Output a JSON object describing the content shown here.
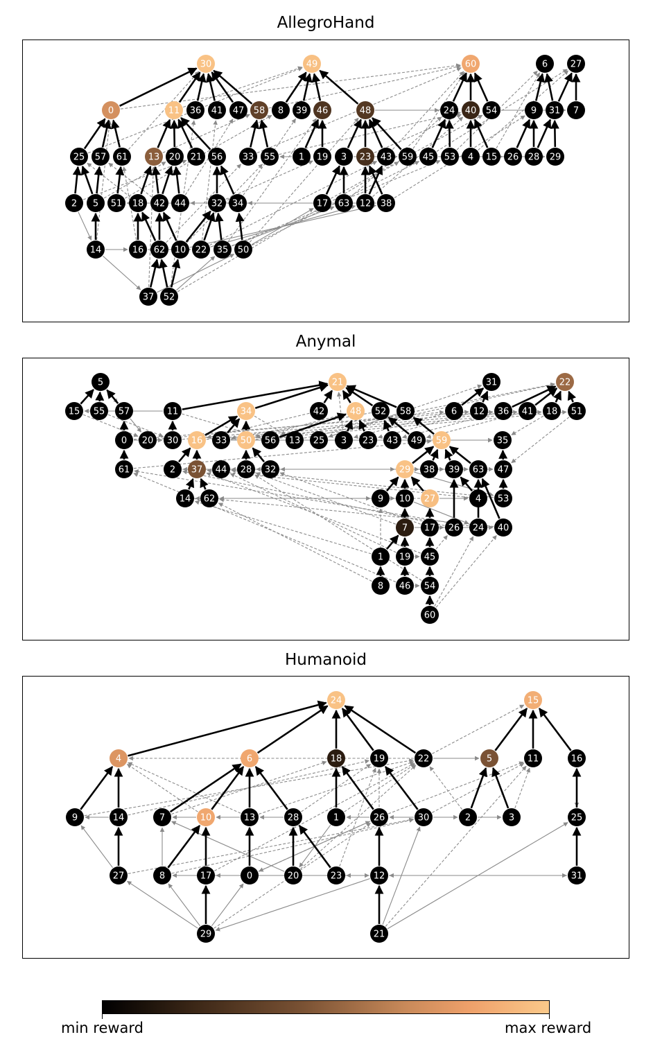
{
  "panels": [
    {
      "title": "AllegroHand",
      "nodes": [
        {
          "id": "30",
          "r": 0.97
        },
        {
          "id": "49",
          "r": 0.96
        },
        {
          "id": "60",
          "r": 0.85
        },
        {
          "id": "6",
          "r": 0
        },
        {
          "id": "27",
          "r": 0
        },
        {
          "id": "0",
          "r": 0.72
        },
        {
          "id": "11",
          "r": 0.97
        },
        {
          "id": "36",
          "r": 0
        },
        {
          "id": "41",
          "r": 0
        },
        {
          "id": "47",
          "r": 0
        },
        {
          "id": "58",
          "r": 0.35
        },
        {
          "id": "8",
          "r": 0
        },
        {
          "id": "39",
          "r": 0
        },
        {
          "id": "46",
          "r": 0.28
        },
        {
          "id": "48",
          "r": 0.3
        },
        {
          "id": "24",
          "r": 0
        },
        {
          "id": "40",
          "r": 0.2
        },
        {
          "id": "54",
          "r": 0
        },
        {
          "id": "9",
          "r": 0
        },
        {
          "id": "31",
          "r": 0
        },
        {
          "id": "7",
          "r": 0
        },
        {
          "id": "25",
          "r": 0
        },
        {
          "id": "57",
          "r": 0
        },
        {
          "id": "61",
          "r": 0
        },
        {
          "id": "13",
          "r": 0.5
        },
        {
          "id": "20",
          "r": 0
        },
        {
          "id": "21",
          "r": 0
        },
        {
          "id": "56",
          "r": 0
        },
        {
          "id": "33",
          "r": 0
        },
        {
          "id": "55",
          "r": 0
        },
        {
          "id": "1",
          "r": 0
        },
        {
          "id": "19",
          "r": 0
        },
        {
          "id": "3",
          "r": 0
        },
        {
          "id": "23",
          "r": 0.25
        },
        {
          "id": "43",
          "r": 0
        },
        {
          "id": "59",
          "r": 0
        },
        {
          "id": "45",
          "r": 0
        },
        {
          "id": "53",
          "r": 0
        },
        {
          "id": "4",
          "r": 0
        },
        {
          "id": "15",
          "r": 0
        },
        {
          "id": "26",
          "r": 0
        },
        {
          "id": "28",
          "r": 0
        },
        {
          "id": "29",
          "r": 0
        },
        {
          "id": "2",
          "r": 0
        },
        {
          "id": "5",
          "r": 0
        },
        {
          "id": "51",
          "r": 0
        },
        {
          "id": "18",
          "r": 0
        },
        {
          "id": "42",
          "r": 0
        },
        {
          "id": "44",
          "r": 0
        },
        {
          "id": "32",
          "r": 0
        },
        {
          "id": "34",
          "r": 0
        },
        {
          "id": "17",
          "r": 0
        },
        {
          "id": "63",
          "r": 0
        },
        {
          "id": "12",
          "r": 0
        },
        {
          "id": "38",
          "r": 0
        },
        {
          "id": "14",
          "r": 0
        },
        {
          "id": "16",
          "r": 0
        },
        {
          "id": "62",
          "r": 0
        },
        {
          "id": "10",
          "r": 0
        },
        {
          "id": "22",
          "r": 0
        },
        {
          "id": "35",
          "r": 0
        },
        {
          "id": "50",
          "r": 0
        },
        {
          "id": "37",
          "r": 0
        },
        {
          "id": "52",
          "r": 0
        }
      ]
    },
    {
      "title": "Anymal",
      "nodes": [
        {
          "id": "5",
          "r": 0
        },
        {
          "id": "21",
          "r": 0.97
        },
        {
          "id": "31",
          "r": 0
        },
        {
          "id": "22",
          "r": 0.55
        },
        {
          "id": "15",
          "r": 0
        },
        {
          "id": "55",
          "r": 0
        },
        {
          "id": "57",
          "r": 0
        },
        {
          "id": "11",
          "r": 0
        },
        {
          "id": "34",
          "r": 0.97
        },
        {
          "id": "42",
          "r": 0
        },
        {
          "id": "48",
          "r": 0.97
        },
        {
          "id": "52",
          "r": 0
        },
        {
          "id": "58",
          "r": 0
        },
        {
          "id": "6",
          "r": 0
        },
        {
          "id": "12",
          "r": 0
        },
        {
          "id": "36",
          "r": 0
        },
        {
          "id": "41",
          "r": 0
        },
        {
          "id": "18",
          "r": 0
        },
        {
          "id": "51",
          "r": 0
        },
        {
          "id": "0",
          "r": 0
        },
        {
          "id": "20",
          "r": 0
        },
        {
          "id": "30",
          "r": 0
        },
        {
          "id": "16",
          "r": 0.97
        },
        {
          "id": "33",
          "r": 0
        },
        {
          "id": "50",
          "r": 0.97
        },
        {
          "id": "56",
          "r": 0
        },
        {
          "id": "13",
          "r": 0
        },
        {
          "id": "25",
          "r": 0
        },
        {
          "id": "3",
          "r": 0
        },
        {
          "id": "23",
          "r": 0
        },
        {
          "id": "43",
          "r": 0
        },
        {
          "id": "49",
          "r": 0
        },
        {
          "id": "59",
          "r": 0.97
        },
        {
          "id": "35",
          "r": 0
        },
        {
          "id": "61",
          "r": 0
        },
        {
          "id": "2",
          "r": 0
        },
        {
          "id": "37",
          "r": 0.45
        },
        {
          "id": "44",
          "r": 0
        },
        {
          "id": "28",
          "r": 0
        },
        {
          "id": "32",
          "r": 0
        },
        {
          "id": "29",
          "r": 0.97
        },
        {
          "id": "38",
          "r": 0
        },
        {
          "id": "39",
          "r": 0
        },
        {
          "id": "63",
          "r": 0
        },
        {
          "id": "47",
          "r": 0
        },
        {
          "id": "14",
          "r": 0
        },
        {
          "id": "62",
          "r": 0
        },
        {
          "id": "9",
          "r": 0
        },
        {
          "id": "10",
          "r": 0
        },
        {
          "id": "27",
          "r": 0.95
        },
        {
          "id": "4",
          "r": 0
        },
        {
          "id": "53",
          "r": 0
        },
        {
          "id": "7",
          "r": 0.15
        },
        {
          "id": "17",
          "r": 0
        },
        {
          "id": "26",
          "r": 0
        },
        {
          "id": "24",
          "r": 0
        },
        {
          "id": "40",
          "r": 0
        },
        {
          "id": "1",
          "r": 0
        },
        {
          "id": "19",
          "r": 0
        },
        {
          "id": "45",
          "r": 0
        },
        {
          "id": "8",
          "r": 0
        },
        {
          "id": "46",
          "r": 0
        },
        {
          "id": "54",
          "r": 0
        },
        {
          "id": "60",
          "r": 0
        }
      ]
    },
    {
      "title": "Humanoid",
      "nodes": [
        {
          "id": "24",
          "r": 0.97
        },
        {
          "id": "15",
          "r": 0.88
        },
        {
          "id": "4",
          "r": 0.75
        },
        {
          "id": "6",
          "r": 0.85
        },
        {
          "id": "18",
          "r": 0.15
        },
        {
          "id": "19",
          "r": 0
        },
        {
          "id": "22",
          "r": 0
        },
        {
          "id": "5",
          "r": 0.45
        },
        {
          "id": "11",
          "r": 0
        },
        {
          "id": "16",
          "r": 0
        },
        {
          "id": "9",
          "r": 0
        },
        {
          "id": "14",
          "r": 0
        },
        {
          "id": "7",
          "r": 0
        },
        {
          "id": "10",
          "r": 0.85
        },
        {
          "id": "13",
          "r": 0
        },
        {
          "id": "28",
          "r": 0
        },
        {
          "id": "1",
          "r": 0
        },
        {
          "id": "26",
          "r": 0
        },
        {
          "id": "30",
          "r": 0
        },
        {
          "id": "2",
          "r": 0
        },
        {
          "id": "3",
          "r": 0
        },
        {
          "id": "25",
          "r": 0
        },
        {
          "id": "27",
          "r": 0
        },
        {
          "id": "8",
          "r": 0
        },
        {
          "id": "17",
          "r": 0
        },
        {
          "id": "0",
          "r": 0
        },
        {
          "id": "20",
          "r": 0
        },
        {
          "id": "23",
          "r": 0
        },
        {
          "id": "12",
          "r": 0
        },
        {
          "id": "31",
          "r": 0
        },
        {
          "id": "29",
          "r": 0
        },
        {
          "id": "21",
          "r": 0
        }
      ]
    }
  ],
  "colorbar": {
    "min_label": "min reward",
    "max_label": "max reward"
  }
}
